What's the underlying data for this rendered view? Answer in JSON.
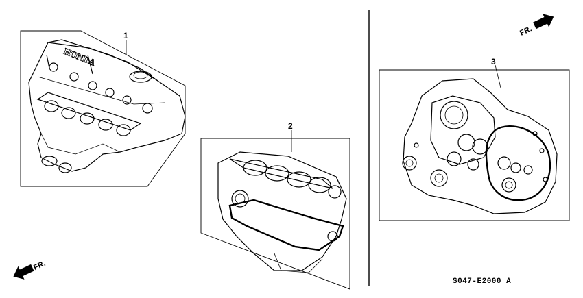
{
  "diagram": {
    "callouts": [
      {
        "label": "1"
      },
      {
        "label": "2"
      },
      {
        "label": "3"
      }
    ],
    "direction_marks": [
      {
        "label": "FR."
      },
      {
        "label": "FR."
      }
    ],
    "head_brand_text": "HONDA",
    "drawing_code": "S047-E2000 A"
  }
}
